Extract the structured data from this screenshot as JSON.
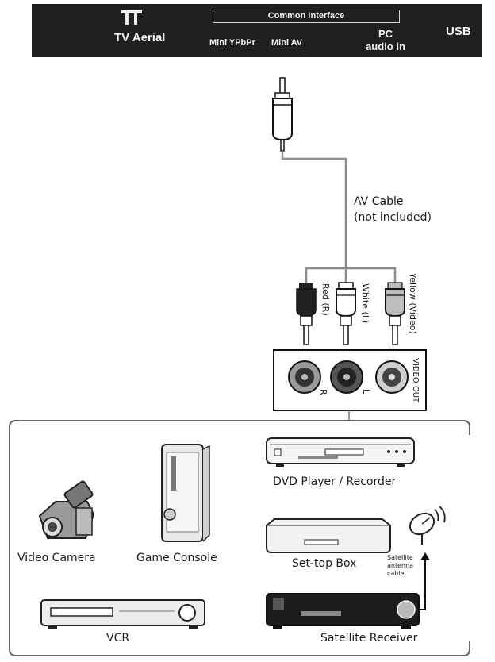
{
  "panel": {
    "tv_aerial": "TV Aerial",
    "common_interface": "Common Interface",
    "mini_ypbpr": "Mini YPbPr",
    "mini_av": "Mini AV",
    "pc_audio_line1": "PC",
    "pc_audio_line2": "audio in",
    "usb": "USB"
  },
  "cable": {
    "label_line1": "AV Cable",
    "label_line2": "(not included)"
  },
  "plugs": {
    "red": "Red (R)",
    "white": "White (L)",
    "yellow": "Yellow (Video)"
  },
  "jack_panel": {
    "title": "VIDEO OUT",
    "r": "R",
    "l": "L"
  },
  "devices": {
    "dvd": "DVD Player / Recorder",
    "video_camera": "Video Camera",
    "game_console": "Game Console",
    "set_top_box": "Set-top Box",
    "satellite_antenna_cable_1": "Satellite",
    "satellite_antenna_cable_2": "antenna",
    "satellite_antenna_cable_3": "cable",
    "vcr": "VCR",
    "satellite_receiver": "Satellite Receiver"
  },
  "colors": {
    "panel": "#1f1f1f",
    "cable": "#8c8c8c"
  }
}
